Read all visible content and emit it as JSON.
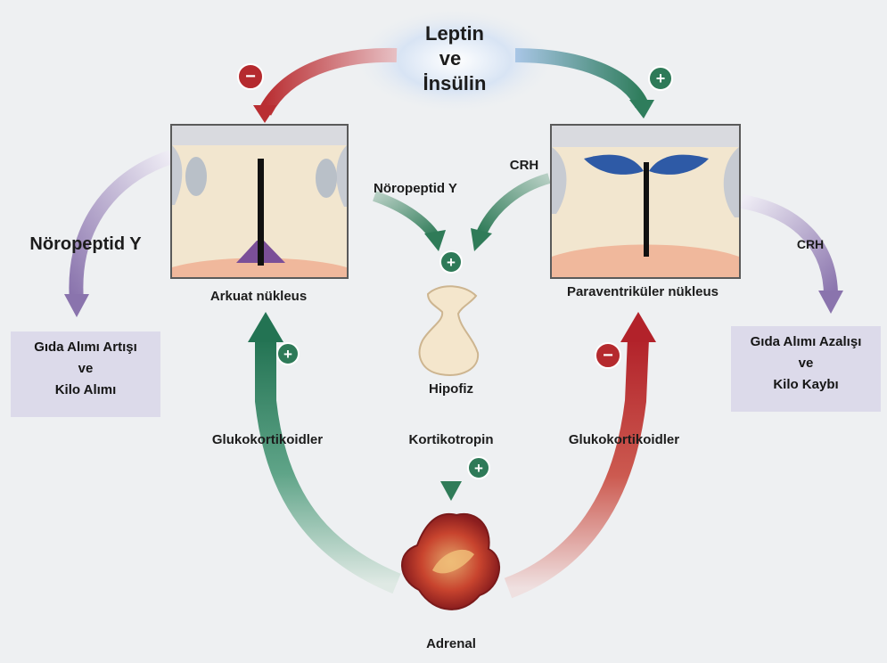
{
  "top_signal": {
    "line1": "Leptin",
    "line2": "ve",
    "line3": "İnsülin"
  },
  "left_box": {
    "line1": "Gıda Alımı Artışı",
    "line2": "ve",
    "line3": "Kilo Alımı"
  },
  "right_box": {
    "line1": "Gıda Alımı Azalışı",
    "line2": "ve",
    "line3": "Kilo Kaybı"
  },
  "labels": {
    "noropeptid_left": "Nöropeptid Y",
    "noropeptid_center": "Nöropeptid Y",
    "crh_center": "CRH",
    "crh_right": "CRH",
    "arkuat": "Arkuat nükleus",
    "paraventrikuler": "Paraventriküler nükleus",
    "hipofiz": "Hipofiz",
    "kortikotropin": "Kortikotropin",
    "gluko_left": "Glukokortikoidler",
    "gluko_right": "Glukokortikoidler",
    "adrenal": "Adrenal"
  },
  "signs": {
    "top_left": "−",
    "top_right": "+",
    "hipofiz": "+",
    "left_loop": "+",
    "right_loop": "−",
    "kortikotropin": "+"
  },
  "colors": {
    "inhibit": "#b52a2e",
    "stimulate": "#2e7a58",
    "neuro_arrow": "#8d7bb0",
    "crh_arrow": "#2e8060",
    "signal_glow": "#c8d8ee"
  }
}
